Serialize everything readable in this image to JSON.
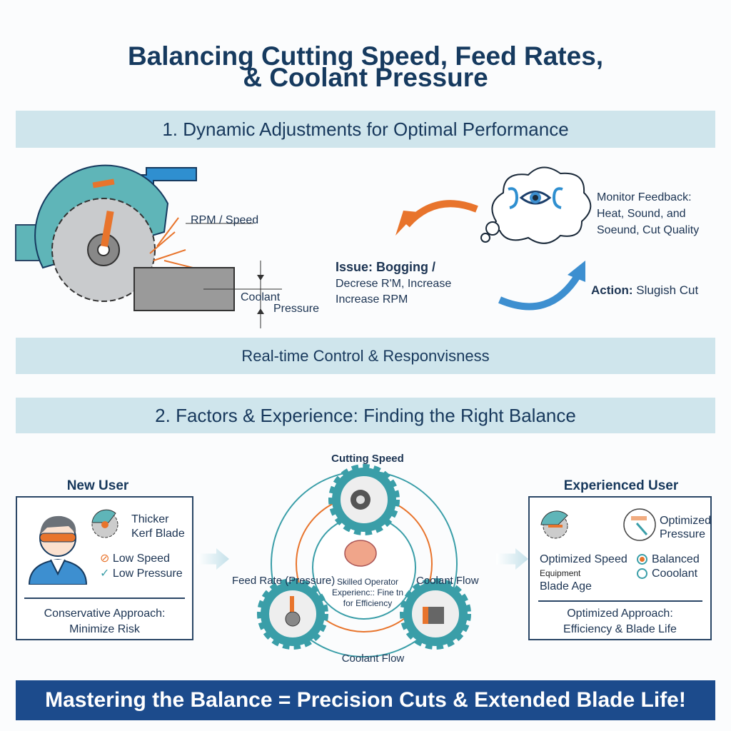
{
  "title": {
    "line1": "Balancing Cutting Speed, Feed Rates,",
    "line2": "& Coolant Pressure"
  },
  "section1": {
    "heading": "1. Dynamic Adjustments for Optimal Performance",
    "saw_labels": {
      "rpm": "RPM / Speed",
      "coolant": "Coolant",
      "pressure": "Pressure"
    },
    "issue": {
      "label": "Issue: Bogging /",
      "line2": "Decrese R'M, Increase",
      "line3": "Increase RPM"
    },
    "monitor": {
      "line1": "Monitor Feedback:",
      "line2": "Heat, Sound, and",
      "line3": "Soeund, Cut Quality"
    },
    "action": {
      "label": "Action:",
      "text": "Slugish Cut"
    },
    "footer_band": "Real-time Control & Responvisness"
  },
  "section2": {
    "heading": "2. Factors & Experience: Finding the Right Balance",
    "new_user": {
      "title": "New User",
      "blade": {
        "line1": "Thicker",
        "line2": "Kerf Blade"
      },
      "checks": [
        "Low Speed",
        "Low Pressure"
      ],
      "approach": {
        "line1": "Conservative Approach:",
        "line2": "Minimize Risk"
      }
    },
    "cycle": {
      "top": "Cutting Speed",
      "left": "Feed Rate (Pressure)",
      "right": "Coolant Flow",
      "bottom": "Coolant Flow",
      "center": {
        "line1": "Skilled Operator",
        "line2": "Experienc:: Fine tn",
        "line3": "for Efficiency"
      }
    },
    "experienced_user": {
      "title": "Experienced User",
      "pressure": {
        "line1": "Optimized",
        "line2": "Pressure"
      },
      "speed": "Optimized Speed",
      "equipment": "Equipment",
      "blade_age": "Blade Age",
      "options": [
        "Balanced",
        "Cooolant"
      ],
      "approach": {
        "line1": "Optimized Approach:",
        "line2": "Efficiency & Blade Life"
      }
    }
  },
  "footer": "Mastering the Balance = Precision Cuts & Extended Blade Life!",
  "colors": {
    "navy": "#17385c",
    "band": "#cfe5ec",
    "teal": "#3a9ea8",
    "orange": "#e8742c",
    "blue": "#3d8fd0",
    "footer": "#1c4b8c"
  }
}
